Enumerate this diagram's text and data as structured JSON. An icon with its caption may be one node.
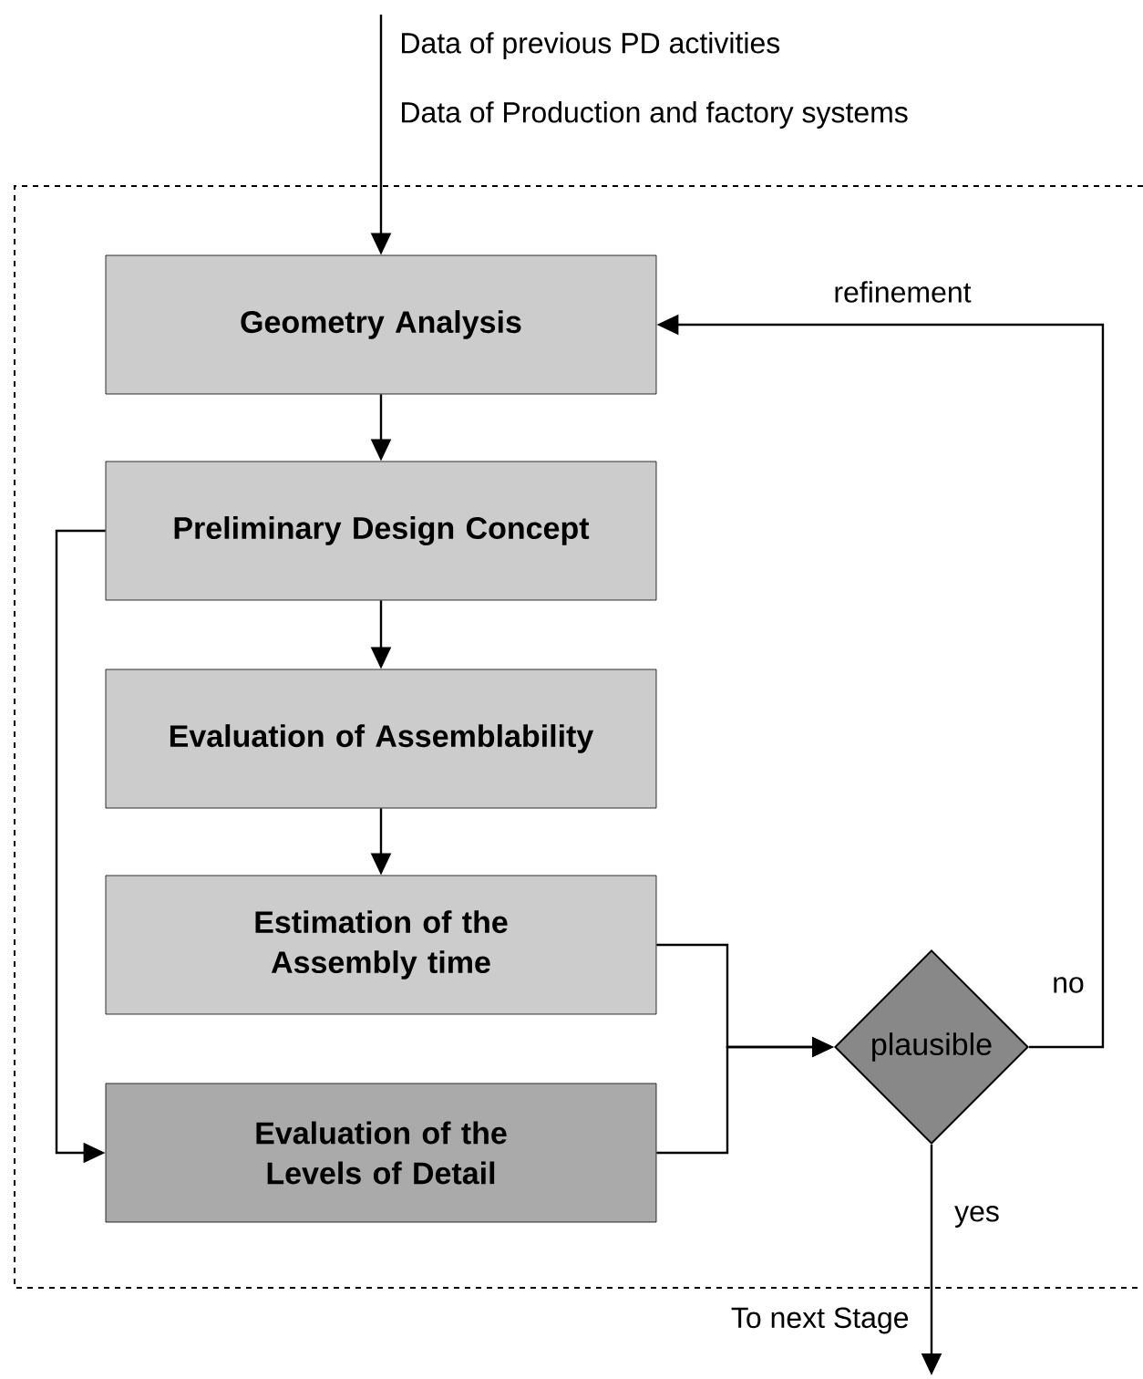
{
  "diagram": {
    "nodes": [
      {
        "text": [
          "Geometry Analysis"
        ]
      },
      {
        "text": [
          "Preliminary Design Concept"
        ]
      },
      {
        "text": [
          "Evaluation of Assemblability"
        ]
      },
      {
        "text": [
          "Estimation of the Assembly time"
        ]
      },
      {
        "text": [
          "Evaluation of the Levels of Detail"
        ]
      },
      {
        "text": [
          "plausible"
        ]
      },
      {
        "text": [
          "To next Stage"
        ]
      }
    ],
    "edges": [
      {
        "from": null,
        "to": 0,
        "arrow": "to"
      },
      {
        "from": 0,
        "to": 1,
        "arrow": "to"
      },
      {
        "from": 1,
        "to": 2,
        "arrow": "to"
      },
      {
        "from": 2,
        "to": 3,
        "arrow": "to"
      },
      {
        "from": 1,
        "to": 4,
        "arrow": "to"
      },
      {
        "from": 3,
        "to": 5,
        "arrow": "to"
      },
      {
        "from": 4,
        "to": 5,
        "arrow": "to"
      },
      {
        "from": 5,
        "to": 0,
        "arrow": "to",
        "label": "no"
      },
      {
        "from": 5,
        "to": 6,
        "arrow": "to",
        "label": "yes"
      }
    ],
    "labels": [
      "Data of previous PD activities",
      "Data of Production and factory systems",
      "refinement"
    ]
  }
}
